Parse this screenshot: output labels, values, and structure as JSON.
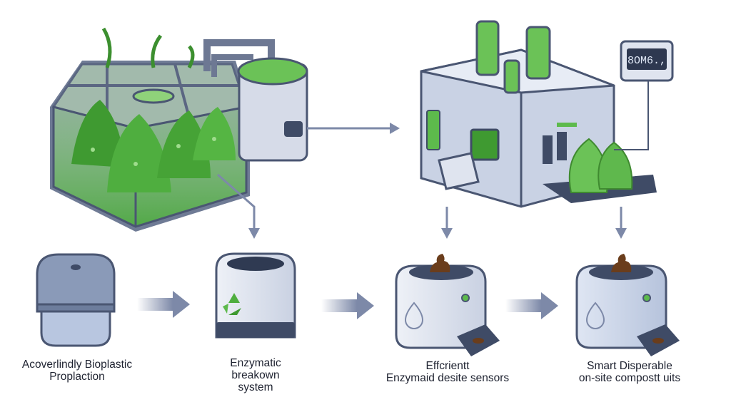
{
  "colors": {
    "arrow": "#7d89a8",
    "algae_green": "#5dba4c",
    "machine_body": "#c9d2e4",
    "unit_dark": "#3f4b66",
    "text": "#1e2230"
  },
  "icons": {
    "recycle": "recycle-icon",
    "droplet": "droplet-icon",
    "waste": "waste-icon"
  },
  "display": {
    "text": "8OM6.,"
  },
  "captions": [
    {
      "lines": [
        "Acoverlindly Bioplastic",
        "Proplaction"
      ]
    },
    {
      "lines": [
        "Enzymatic",
        "breakown",
        "system"
      ]
    },
    {
      "lines": [
        "Effcrientt",
        "Enzymaid desite sensors"
      ]
    },
    {
      "lines": [
        "Smart Disperable",
        "on-site compostt uits"
      ]
    }
  ]
}
